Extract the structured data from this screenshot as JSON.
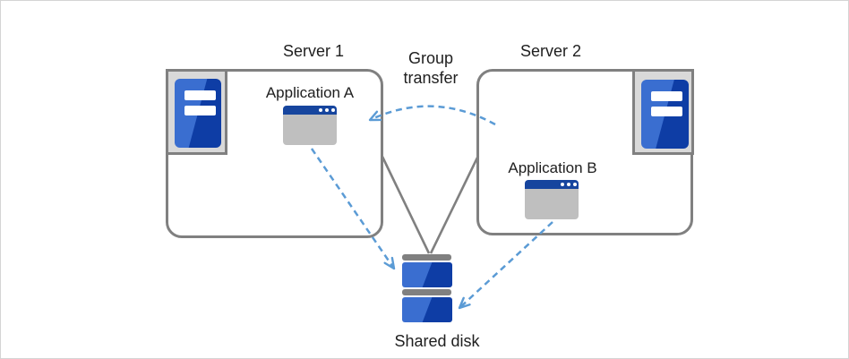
{
  "colors": {
    "canvas_bg": "#ffffff",
    "canvas_border": "#d4d4d4",
    "gray_line": "#808080",
    "frame_fill": "#d9d9d9",
    "window_body": "#bfbfbf",
    "titlebar_blue": "#16459e",
    "accent_blue_light": "#3a6ed0",
    "accent_blue_dark": "#0e3da5",
    "arrow_blue": "#5b9bd5",
    "text": "#202020"
  },
  "icons": {
    "server": "server-tower-icon",
    "application": "app-window-icon",
    "disk": "disk-stack-icon"
  },
  "nodes": {
    "server1": {
      "label": "Server 1"
    },
    "server2": {
      "label": "Server 2"
    },
    "app_a": {
      "label": "Application A"
    },
    "app_b": {
      "label": "Application B"
    },
    "shared_disk": {
      "label": "Shared disk"
    }
  },
  "annotations": {
    "group_transfer": {
      "line1": "Group",
      "line2": "transfer"
    }
  }
}
